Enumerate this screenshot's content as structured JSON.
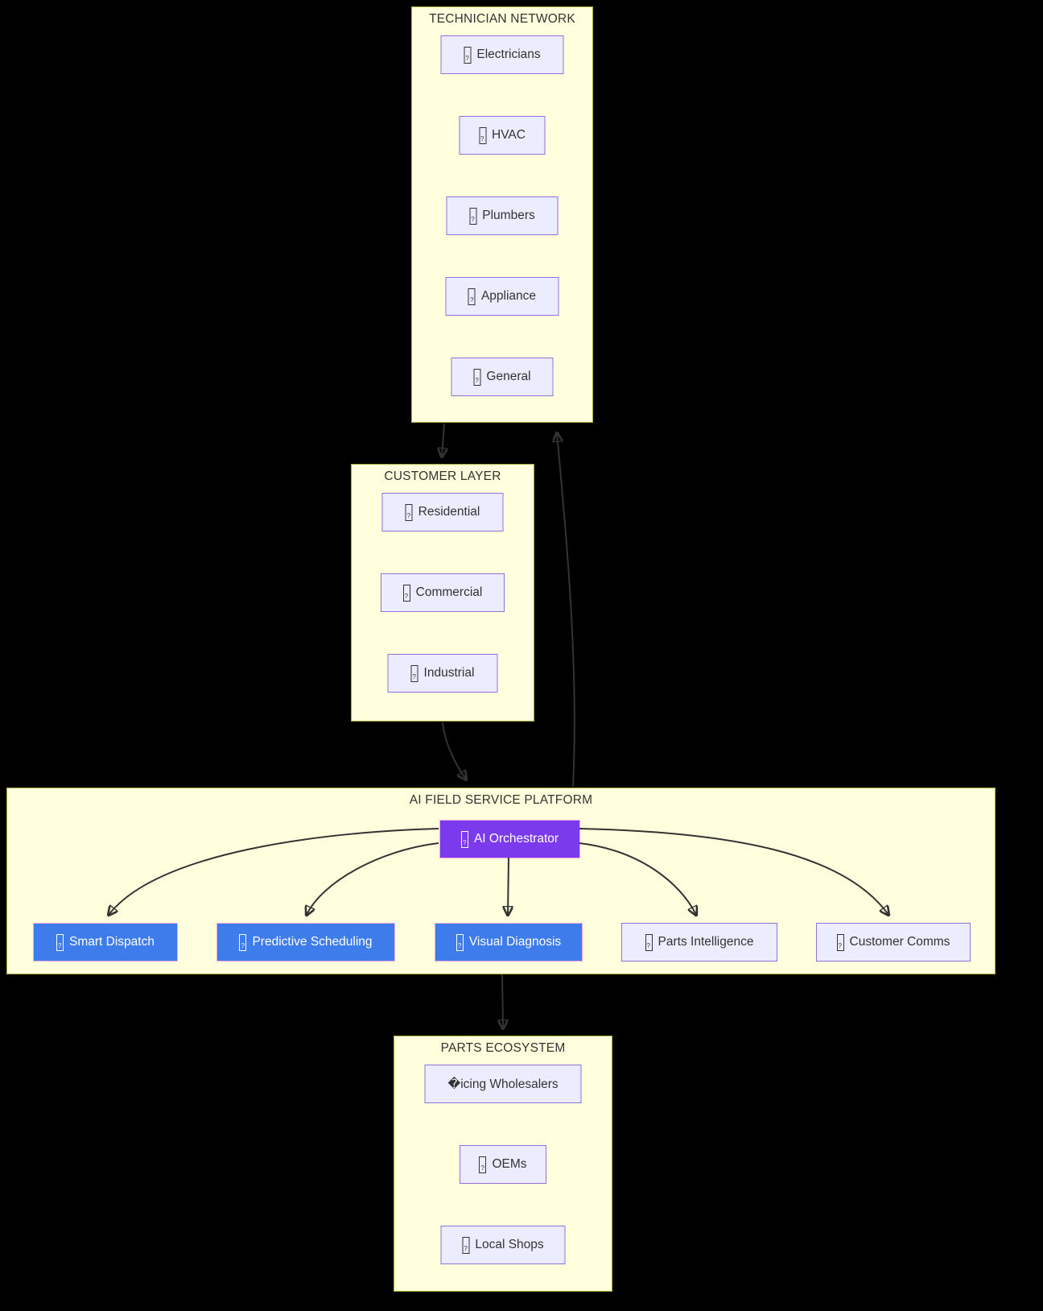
{
  "diagram": {
    "type": "flowchart",
    "background": "#000000",
    "groups": [
      {
        "id": "technician-network",
        "title": "TECHNICIAN NETWORK",
        "nodes": [
          {
            "label": "Electricians",
            "icon": "missing-glyph"
          },
          {
            "label": "HVAC",
            "icon": "missing-glyph"
          },
          {
            "label": "Plumbers",
            "icon": "missing-glyph"
          },
          {
            "label": "Appliance",
            "icon": "missing-glyph"
          },
          {
            "label": "General",
            "icon": "missing-glyph"
          }
        ]
      },
      {
        "id": "customer-layer",
        "title": "CUSTOMER LAYER",
        "nodes": [
          {
            "label": "Residential",
            "icon": "missing-glyph"
          },
          {
            "label": "Commercial",
            "icon": "missing-glyph"
          },
          {
            "label": "Industrial",
            "icon": "missing-glyph"
          }
        ]
      },
      {
        "id": "ai-field-service-platform",
        "title": "AI FIELD SERVICE PLATFORM",
        "nodes": [
          {
            "label": "AI Orchestrator",
            "icon": "missing-glyph",
            "style": "ai"
          },
          {
            "label": "Smart Dispatch",
            "icon": "missing-glyph",
            "style": "feature"
          },
          {
            "label": "Predictive Scheduling",
            "icon": "missing-glyph",
            "style": "feature"
          },
          {
            "label": "Visual Diagnosis",
            "icon": "missing-glyph",
            "style": "feature"
          },
          {
            "label": "Parts Intelligence",
            "icon": "missing-glyph",
            "style": "default"
          },
          {
            "label": "Customer Comms",
            "icon": "missing-glyph",
            "style": "default"
          }
        ]
      },
      {
        "id": "parts-ecosystem",
        "title": "PARTS ECOSYSTEM",
        "nodes": [
          {
            "label": "�icing Wholesalers",
            "icon": "none"
          },
          {
            "label": "OEMs",
            "icon": "missing-glyph"
          },
          {
            "label": "Local Shops",
            "icon": "missing-glyph"
          }
        ]
      }
    ],
    "edges": [
      {
        "from": "technician-network",
        "to": "customer-layer"
      },
      {
        "from": "customer-layer",
        "to": "ai-field-service-platform"
      },
      {
        "from": "ai-field-service-platform",
        "to": "technician-network"
      },
      {
        "from": "ai-orchestrator",
        "to": "smart-dispatch"
      },
      {
        "from": "ai-orchestrator",
        "to": "predictive-scheduling"
      },
      {
        "from": "ai-orchestrator",
        "to": "visual-diagnosis"
      },
      {
        "from": "ai-orchestrator",
        "to": "parts-intelligence"
      },
      {
        "from": "ai-orchestrator",
        "to": "customer-comms"
      },
      {
        "from": "ai-field-service-platform",
        "to": "parts-ecosystem"
      }
    ],
    "colors": {
      "cluster_fill": "#ffffde",
      "cluster_border": "#aaaa33",
      "node_fill": "#ececff",
      "node_border": "#9370db",
      "node_text": "#333333",
      "ai_node_fill": "#7c3aed",
      "feature_node_fill": "#3e7cec",
      "highlight_node_border": "#eeaadd",
      "highlight_node_text": "#ffffff",
      "edge": "#333333"
    }
  }
}
